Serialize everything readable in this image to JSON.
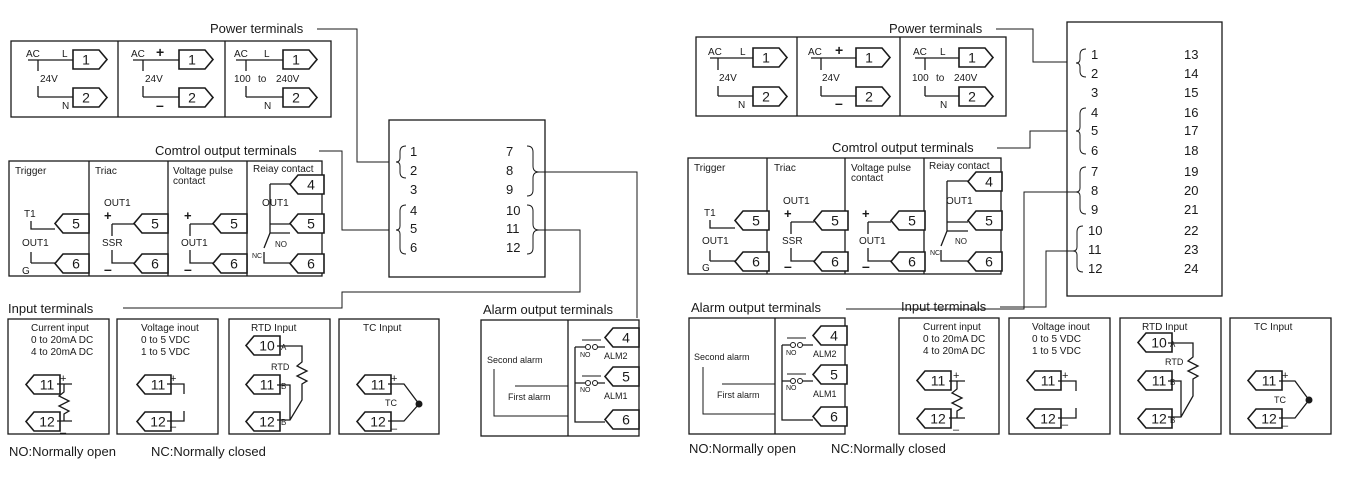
{
  "headings": {
    "power": "Power terminals",
    "control": "Comtrol output terminals",
    "input": "Input terminals",
    "alarm": "Alarm output terminals"
  },
  "power": {
    "ac": "AC",
    "l": "L",
    "n": "N",
    "v24": "24V",
    "plus": "+",
    "minus": "–",
    "v100": "100",
    "to": "to",
    "v240": "240V"
  },
  "control": {
    "trigger": "Trigger",
    "triac": "Triac",
    "voltage_pulse_1": "Voltage pulse",
    "voltage_pulse_2": "contact",
    "relay": "Reiay contact",
    "t1": "T1",
    "out1": "OUT1",
    "g": "G",
    "ssr": "SSR",
    "no": "NO",
    "nc": "NC",
    "plus": "+",
    "minus": "–"
  },
  "input": {
    "current_title": "Current input",
    "current_r1": "0 to 20mA DC",
    "current_r2": "4 to 20mA DC",
    "voltage_title": "Voltage inout",
    "voltage_r1": "0 to 5 VDC",
    "voltage_r2": "1 to 5 VDC",
    "rtd_title": "RTD Input",
    "tc_title": "TC Input",
    "plus": "+",
    "minus": "–",
    "a": "A",
    "b": "B",
    "rtd": "RTD",
    "tc": "TC"
  },
  "alarm": {
    "second": "Second alarm",
    "first": "First alarm",
    "no": "NO",
    "alm2": "ALM2",
    "alm1": "ALM1"
  },
  "legend": {
    "no": "NO:Normally open",
    "nc": "NC:Normally closed"
  },
  "terminal_numbers": {
    "t1": "1",
    "t2": "2",
    "t3": "3",
    "t4": "4",
    "t5": "5",
    "t6": "6",
    "t7": "7",
    "t8": "8",
    "t9": "9",
    "t10": "10",
    "t11": "11",
    "t12": "12",
    "t13": "13",
    "t14": "14",
    "t15": "15",
    "t16": "16",
    "t17": "17",
    "t18": "18",
    "t19": "19",
    "t20": "20",
    "t21": "21",
    "t22": "22",
    "t23": "23",
    "t24": "24"
  }
}
